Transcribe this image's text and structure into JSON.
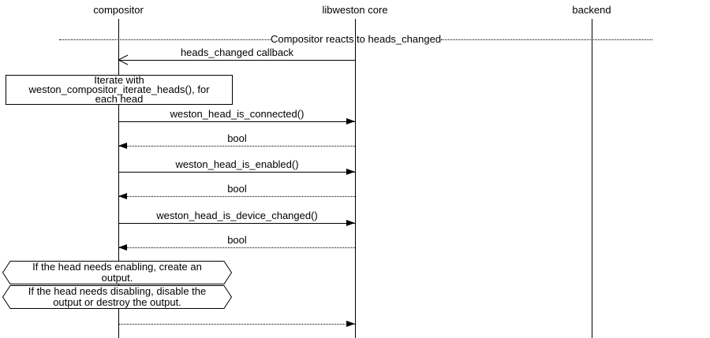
{
  "diagram": {
    "divider_title": "Compositor reacts to heads_changed",
    "actors": [
      {
        "name": "compositor"
      },
      {
        "name": "libweston core"
      },
      {
        "name": "backend"
      }
    ],
    "note": "Iterate with\nweston_compositor_iterate_heads(), for\neach head",
    "messages": [
      {
        "label": "heads_changed callback"
      },
      {
        "label": "weston_head_is_connected()"
      },
      {
        "label": "bool"
      },
      {
        "label": "weston_head_is_enabled()"
      },
      {
        "label": "bool"
      },
      {
        "label": "weston_head_is_device_changed()"
      },
      {
        "label": "bool"
      },
      {
        "label": ""
      }
    ],
    "conditions": [
      {
        "text": "If the head needs enabling, create an\noutput."
      },
      {
        "text": "If the head needs disabling, disable the\noutput or destroy the output."
      }
    ],
    "colors": {
      "line": "#000000",
      "background": "#ffffff"
    }
  }
}
